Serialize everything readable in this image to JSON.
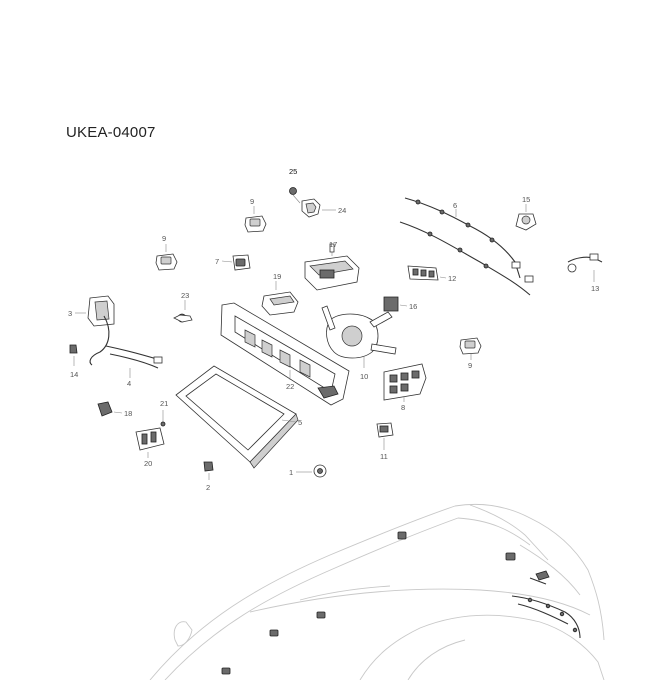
{
  "diagram": {
    "code": "UKEA-04007",
    "callouts": {
      "c1": "1",
      "c2": "2",
      "c3": "3",
      "c4": "4",
      "c5": "5",
      "c6": "6",
      "c7": "7",
      "c8": "8",
      "c9a": "9",
      "c9b": "9",
      "c9c": "9",
      "c10": "10",
      "c11": "11",
      "c12": "12",
      "c13": "13",
      "c14": "14",
      "c15": "15",
      "c16": "16",
      "c17": "17",
      "c18": "18",
      "c19": "19",
      "c20": "20",
      "c21": "21",
      "c22": "22",
      "c23": "23",
      "c24": "24",
      "c25": "25"
    }
  }
}
